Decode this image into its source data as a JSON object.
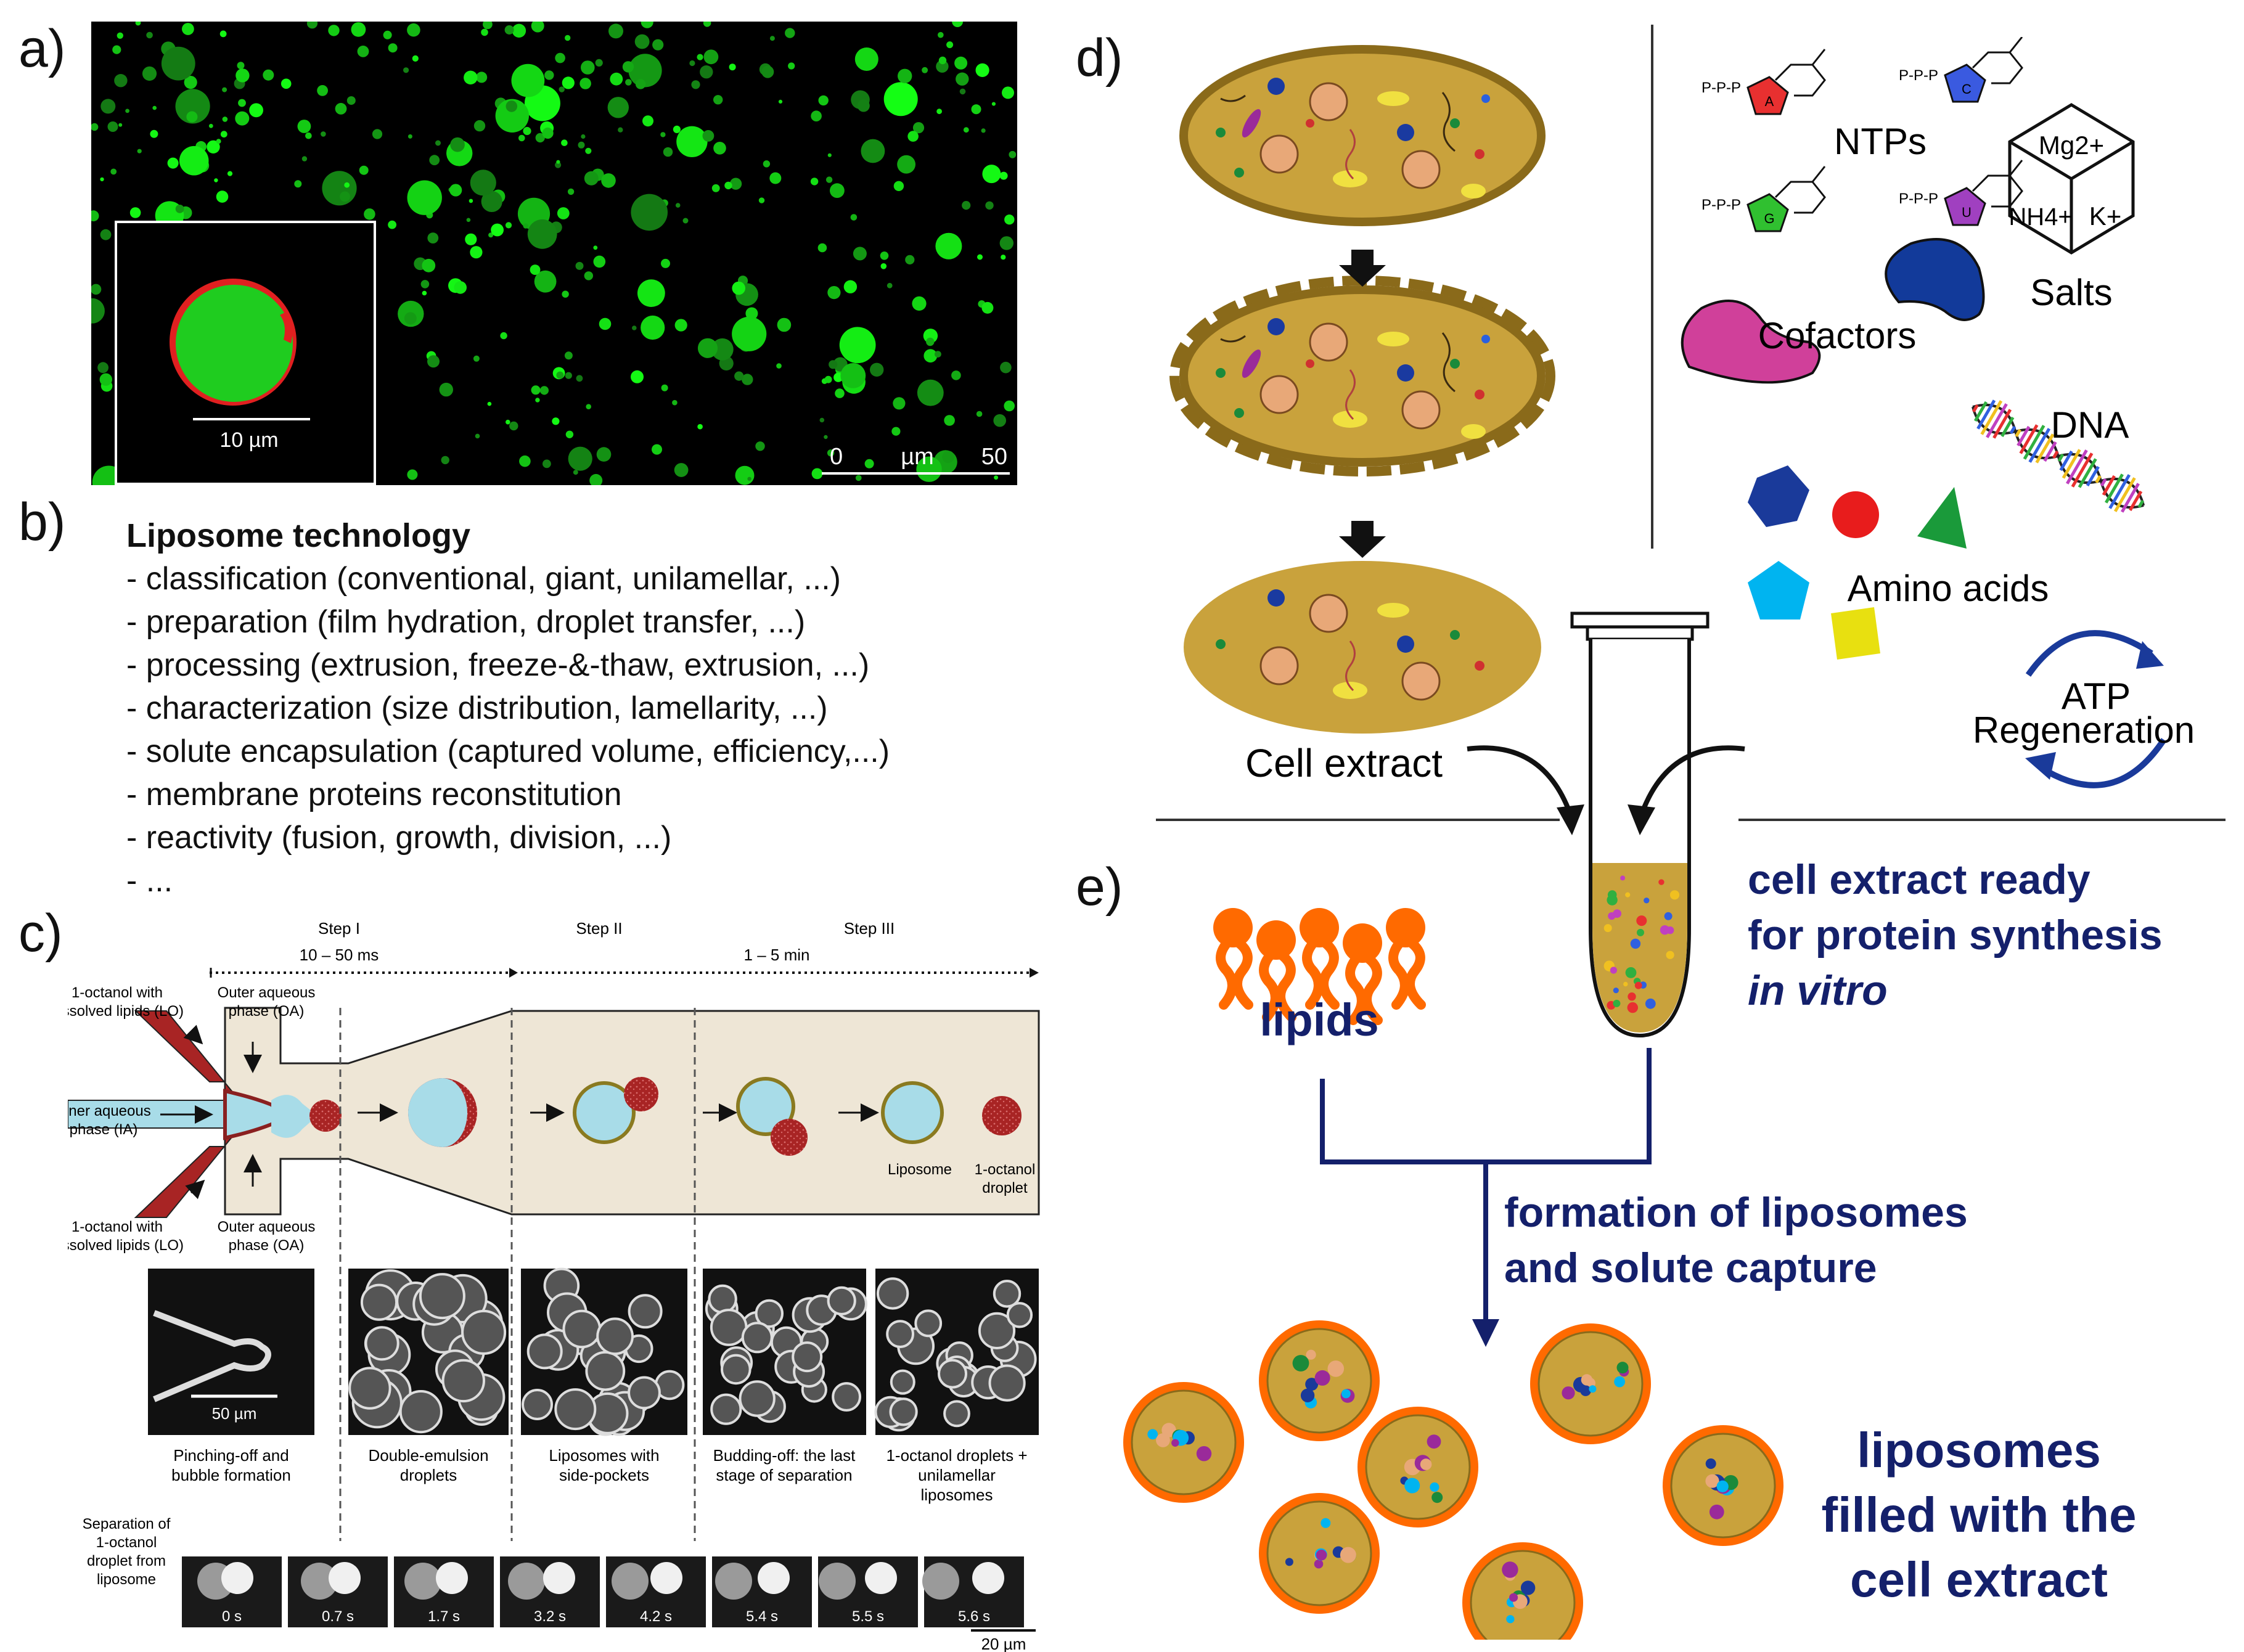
{
  "panel_a": {
    "label": "a)",
    "inset_scale": "10 µm",
    "scale_start": "0",
    "scale_unit": "µm",
    "scale_end": "50",
    "colors": {
      "background": "#000000",
      "vesicle": "#22e022",
      "membrane": "#e02020"
    }
  },
  "panel_b": {
    "label": "b)",
    "title": "Liposome technology",
    "items": [
      "- classification (conventional, giant, unilamellar, ...)",
      "- preparation (film hydration, droplet transfer, ...)",
      "- processing (extrusion, freeze-&-thaw, extrusion, ...)",
      "- characterization (size distribution, lamellarity, ...)",
      "- solute encapsulation (captured volume, efficiency,...)",
      "- membrane proteins reconstitution",
      "- reactivity (fusion, growth, division, ...)",
      "- ..."
    ]
  },
  "panel_c": {
    "label": "c)",
    "step1": "Step I",
    "step1_time": "10 – 50 ms",
    "step2": "Step II",
    "step3": "Step III",
    "step3_time": "1 – 5 min",
    "lo_top": [
      "1-octanol with",
      "dissolved lipids (LO)"
    ],
    "oa_top": [
      "Outer aqueous",
      "phase (OA)"
    ],
    "ia": [
      "Inner aqueous",
      "phase (IA)"
    ],
    "lo_bottom": [
      "1-octanol with",
      "dissolved lipids (LO)"
    ],
    "oa_bottom": [
      "Outer aqueous",
      "phase (OA)"
    ],
    "liposome": "Liposome",
    "octanol_droplet": [
      "1-octanol",
      "droplet"
    ],
    "scale_50": "50 µm",
    "captions": [
      [
        "Pinching-off and",
        "bubble formation"
      ],
      [
        "Double-emulsion",
        "droplets"
      ],
      [
        "Liposomes with",
        "side-pockets"
      ],
      [
        "Budding-off: the last",
        "stage of separation"
      ],
      [
        "1-octanol droplets +",
        "unilamellar",
        "liposomes"
      ]
    ],
    "sep_label": [
      "Separation of",
      "1-octanol",
      "droplet from",
      "liposome"
    ],
    "times": [
      "0 s",
      "0.7 s",
      "1.7 s",
      "3.2 s",
      "4.2 s",
      "5.4 s",
      "5.5 s",
      "5.6 s"
    ],
    "scale_20": "20 µm"
  },
  "panel_d": {
    "label": "d)",
    "cell_extract": "Cell extract",
    "ntps": "NTPs",
    "nucleotides": [
      "A",
      "C",
      "G",
      "U"
    ],
    "ppp": "P-P-P",
    "salts": "Salts",
    "mg": "Mg2+",
    "nh4": "NH4+",
    "k": "K+",
    "cofactors": "Cofactors",
    "dna": "DNA",
    "amino_acids": "Amino acids",
    "atp": "ATP",
    "regeneration": "Regeneration"
  },
  "panel_e": {
    "label": "e)",
    "lipids": "lipids",
    "ready_1": "cell extract ready",
    "ready_2": "for protein synthesis",
    "ready_3": "in vitro",
    "formation_1": "formation of liposomes",
    "formation_2": "and solute capture",
    "filled_1": "liposomes",
    "filled_2": "filled with the",
    "filled_3": "cell extract",
    "colors": {
      "navy": "#14206b",
      "lipid": "#ff6a00",
      "extract": "#c9a23c"
    }
  }
}
